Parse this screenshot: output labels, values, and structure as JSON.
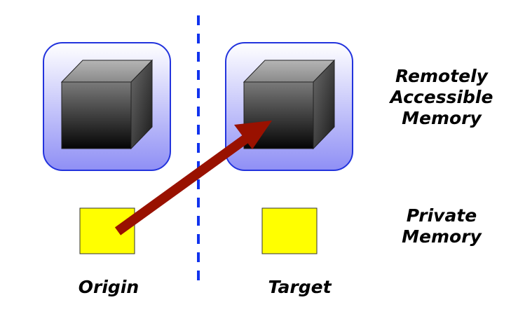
{
  "labels": {
    "remote": [
      "Remotely",
      "Accessible",
      "Memory"
    ],
    "private": [
      "Private",
      "Memory"
    ],
    "origin": "Origin",
    "target": "Target"
  },
  "colors": {
    "panel_top": "#ffffff",
    "panel_bottom": "#8f8ff5",
    "panel_border": "#2233dd",
    "cube_front_top": "#7a7a7a",
    "cube_front_bottom": "#050505",
    "private_box": "#ffff00",
    "divider": "#1133ee",
    "arrow": "#991100"
  },
  "icons": {
    "cube": "cube-icon",
    "arrow": "put-arrow"
  }
}
